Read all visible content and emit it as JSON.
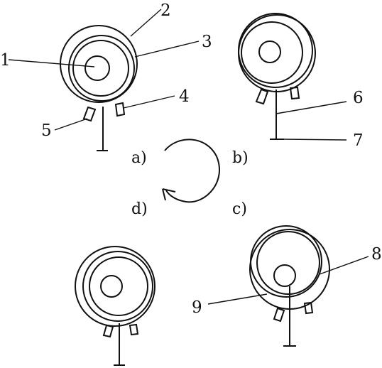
{
  "labels": {
    "n1": "1",
    "n2": "2",
    "n3": "3",
    "n4": "4",
    "n5": "5",
    "n6": "6",
    "n7": "7",
    "n8": "8",
    "n9": "9"
  },
  "steps": {
    "a": "a)",
    "b": "b)",
    "c": "c)",
    "d": "d)"
  }
}
